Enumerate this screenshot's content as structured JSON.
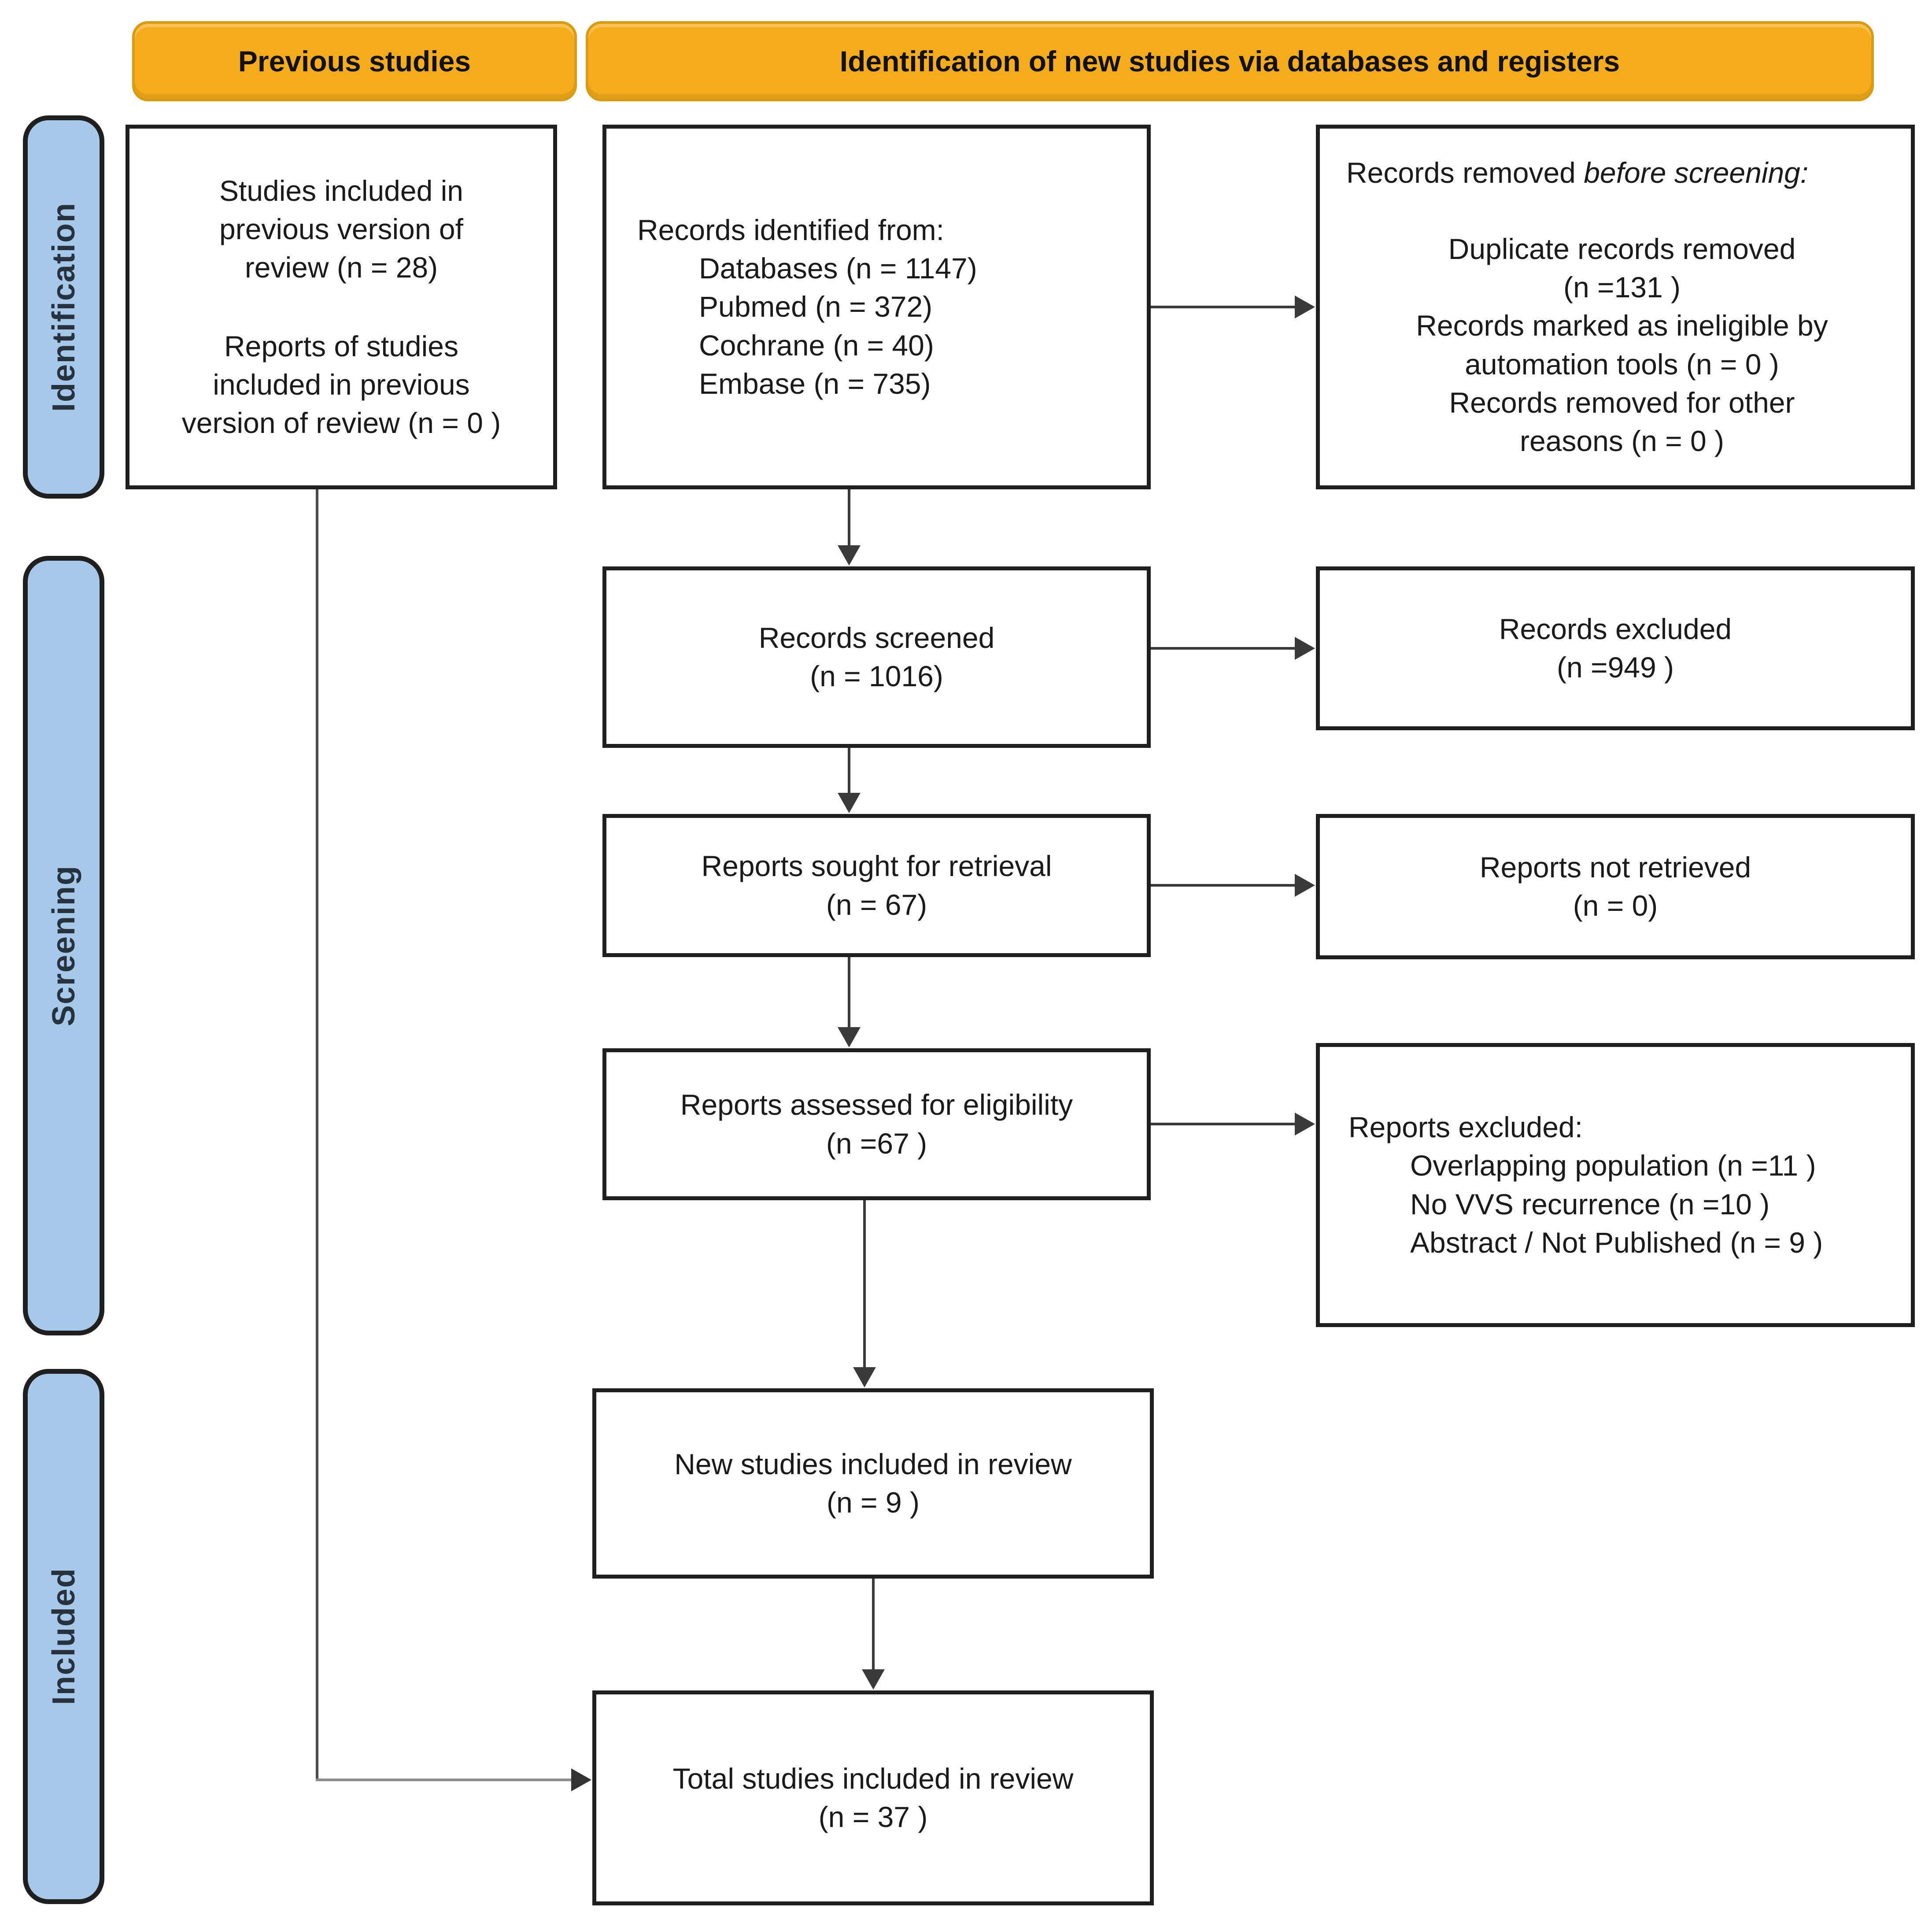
{
  "headers": {
    "previous_studies": "Previous studies",
    "new_studies": "Identification of new studies via databases and registers"
  },
  "sidebar": [
    {
      "label": "Identification"
    },
    {
      "label": "Screening"
    },
    {
      "label": "Included"
    }
  ],
  "boxes": {
    "previous_included": {
      "para1": "Studies included in\nprevious version of\nreview (n = 28)",
      "para2": "Reports of studies\nincluded in previous\nversion of review (n = 0 )"
    },
    "records_identified": {
      "heading": "Records identified from:",
      "items": [
        "Databases (n = 1147)",
        "Pubmed (n = 372)",
        "Cochrane (n = 40)",
        "Embase (n = 735)"
      ]
    },
    "records_removed": {
      "heading_normal": "Records removed ",
      "heading_italic": "before screening:",
      "items": [
        "Duplicate records removed\n(n =131 )",
        "Records marked as ineligible by\nautomation tools (n = 0 )",
        "Records removed for other\nreasons (n = 0 )"
      ]
    },
    "records_screened": {
      "line1": "Records screened",
      "line2": "(n = 1016)"
    },
    "records_excluded": {
      "line1": "Records excluded",
      "line2": "(n =949 )"
    },
    "reports_sought": {
      "line1": "Reports sought for retrieval",
      "line2": "(n = 67)"
    },
    "reports_not_retrieved": {
      "line1": "Reports not retrieved",
      "line2": "(n = 0)"
    },
    "reports_assessed": {
      "line1": "Reports assessed for eligibility",
      "line2": "(n =67 )"
    },
    "reports_excluded": {
      "heading": "Reports excluded:",
      "items": [
        "Overlapping population (n =11 )",
        "No VVS recurrence (n =10 )",
        "Abstract / Not Published (n = 9 )"
      ]
    },
    "new_studies_included": {
      "line1": "New studies included in review",
      "line2": "(n = 9 )"
    },
    "total_studies_included": {
      "line1": "Total studies included in review",
      "line2": "(n = 37 )"
    }
  },
  "colors": {
    "header_bg": "#F5AC1B",
    "header_border": "#D89B12",
    "sidebar_bg": "#A6C9E9",
    "sidebar_border": "#1f1f1f",
    "box_border": "#1f1f1f",
    "arrow": "#3a3a3a",
    "connector": "#8c8c8c"
  }
}
